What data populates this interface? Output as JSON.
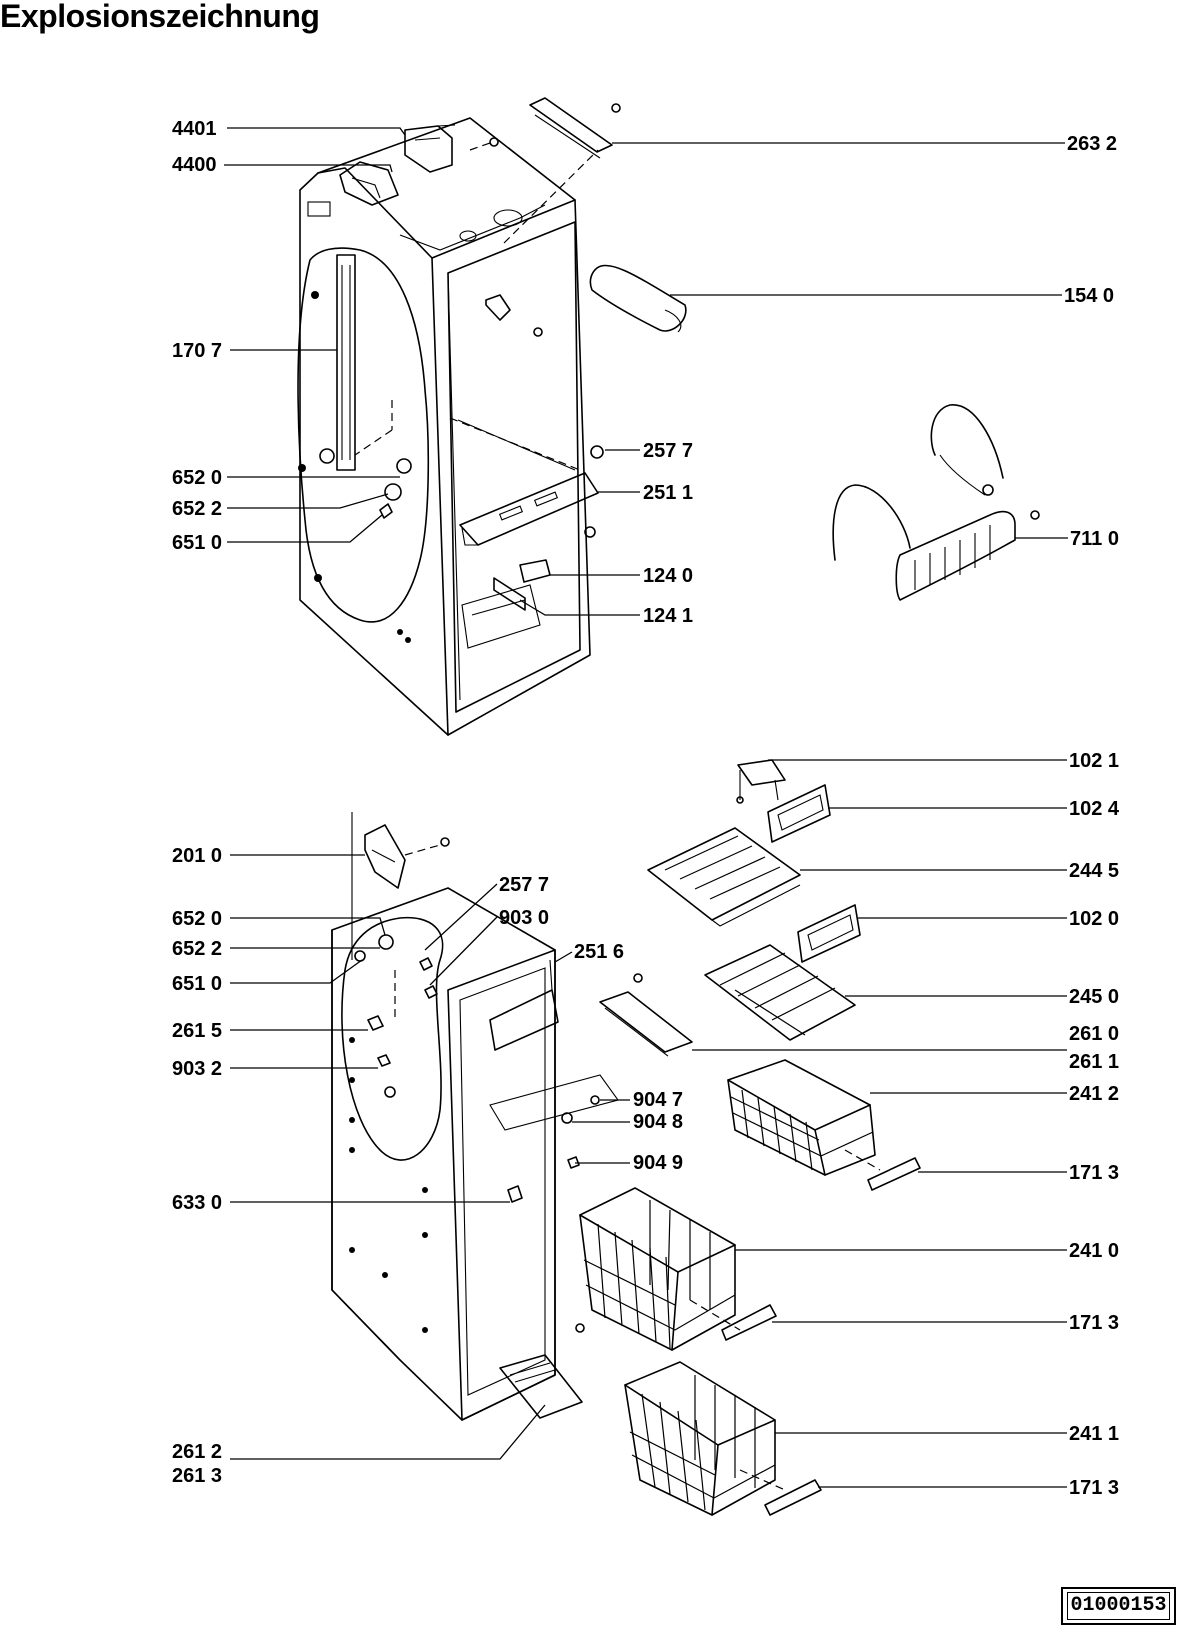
{
  "title": "Explosionszeichnung",
  "document_id": "01000153",
  "part_labels": {
    "p4401": "4401",
    "p4400": "4400",
    "p2632": "263 2",
    "p1540": "154 0",
    "p1707": "170 7",
    "p2577_top": "257 7",
    "p6520_top": "652 0",
    "p2511": "251 1",
    "p6522_top": "652 2",
    "p6510_top": "651 0",
    "p7110": "711 0",
    "p1240": "124 0",
    "p1241": "124 1",
    "p1021": "102 1",
    "p1024": "102 4",
    "p2010": "201 0",
    "p2445": "244 5",
    "p2577_bot": "257 7",
    "p9030": "903 0",
    "p6520_bot": "652 0",
    "p1020": "102 0",
    "p6522_bot": "652 2",
    "p2516": "251 6",
    "p6510_bot": "651 0",
    "p2450": "245 0",
    "p2615": "261 5",
    "p2610": "261 0",
    "p2611": "261 1",
    "p9032": "903 2",
    "p9047": "904 7",
    "p2412": "241 2",
    "p9048": "904 8",
    "p9049": "904 9",
    "p1713_a": "171 3",
    "p6330": "633 0",
    "p2410": "241 0",
    "p1713_b": "171 3",
    "p2411": "241 1",
    "p2612": "261 2",
    "p2613": "261 3",
    "p1713_c": "171 3"
  }
}
